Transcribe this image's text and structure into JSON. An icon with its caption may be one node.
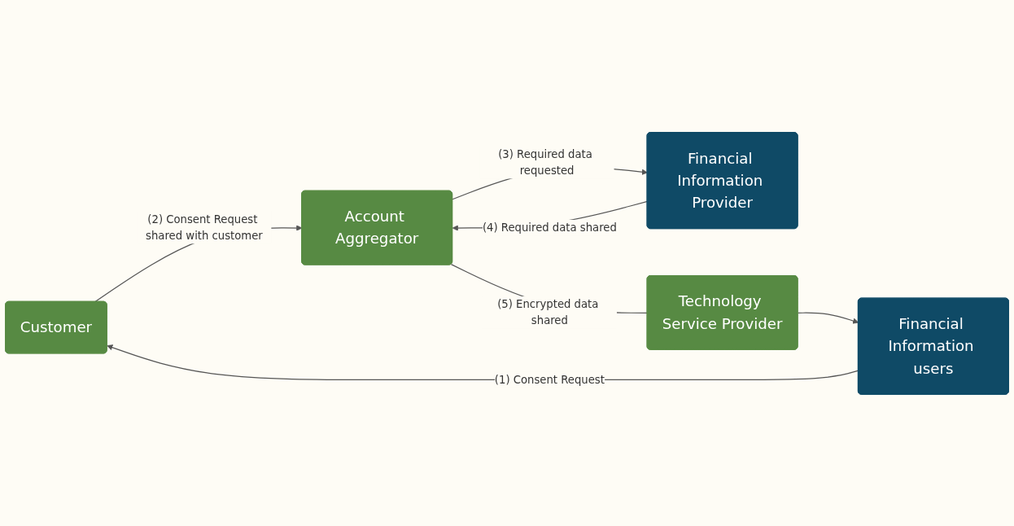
{
  "diagram": {
    "nodes": [
      {
        "text": [
          "Customer"
        ]
      },
      {
        "text": [
          "Financial Information users"
        ]
      },
      {
        "text": [
          "Financial Information Provider"
        ]
      },
      {
        "text": [
          "Account Aggregator"
        ]
      },
      {
        "text": [
          "Technology Service Provider"
        ]
      }
    ],
    "edges": [
      {
        "from": 1,
        "to": 0,
        "arrow": "to",
        "label": "(1) Consent Request"
      },
      {
        "from": 0,
        "to": 3,
        "arrow": "to",
        "label": "(2) Consent Request shared with customer"
      },
      {
        "from": 3,
        "to": 2,
        "arrow": "to",
        "label": "(3) Required data requested"
      },
      {
        "from": 2,
        "to": 3,
        "arrow": "to",
        "label": "(4) Required data shared"
      },
      {
        "from": 3,
        "to": 4,
        "arrow": "none",
        "label": "(5) Encrypted data shared"
      },
      {
        "from": 4,
        "to": 1,
        "arrow": "to"
      }
    ]
  }
}
